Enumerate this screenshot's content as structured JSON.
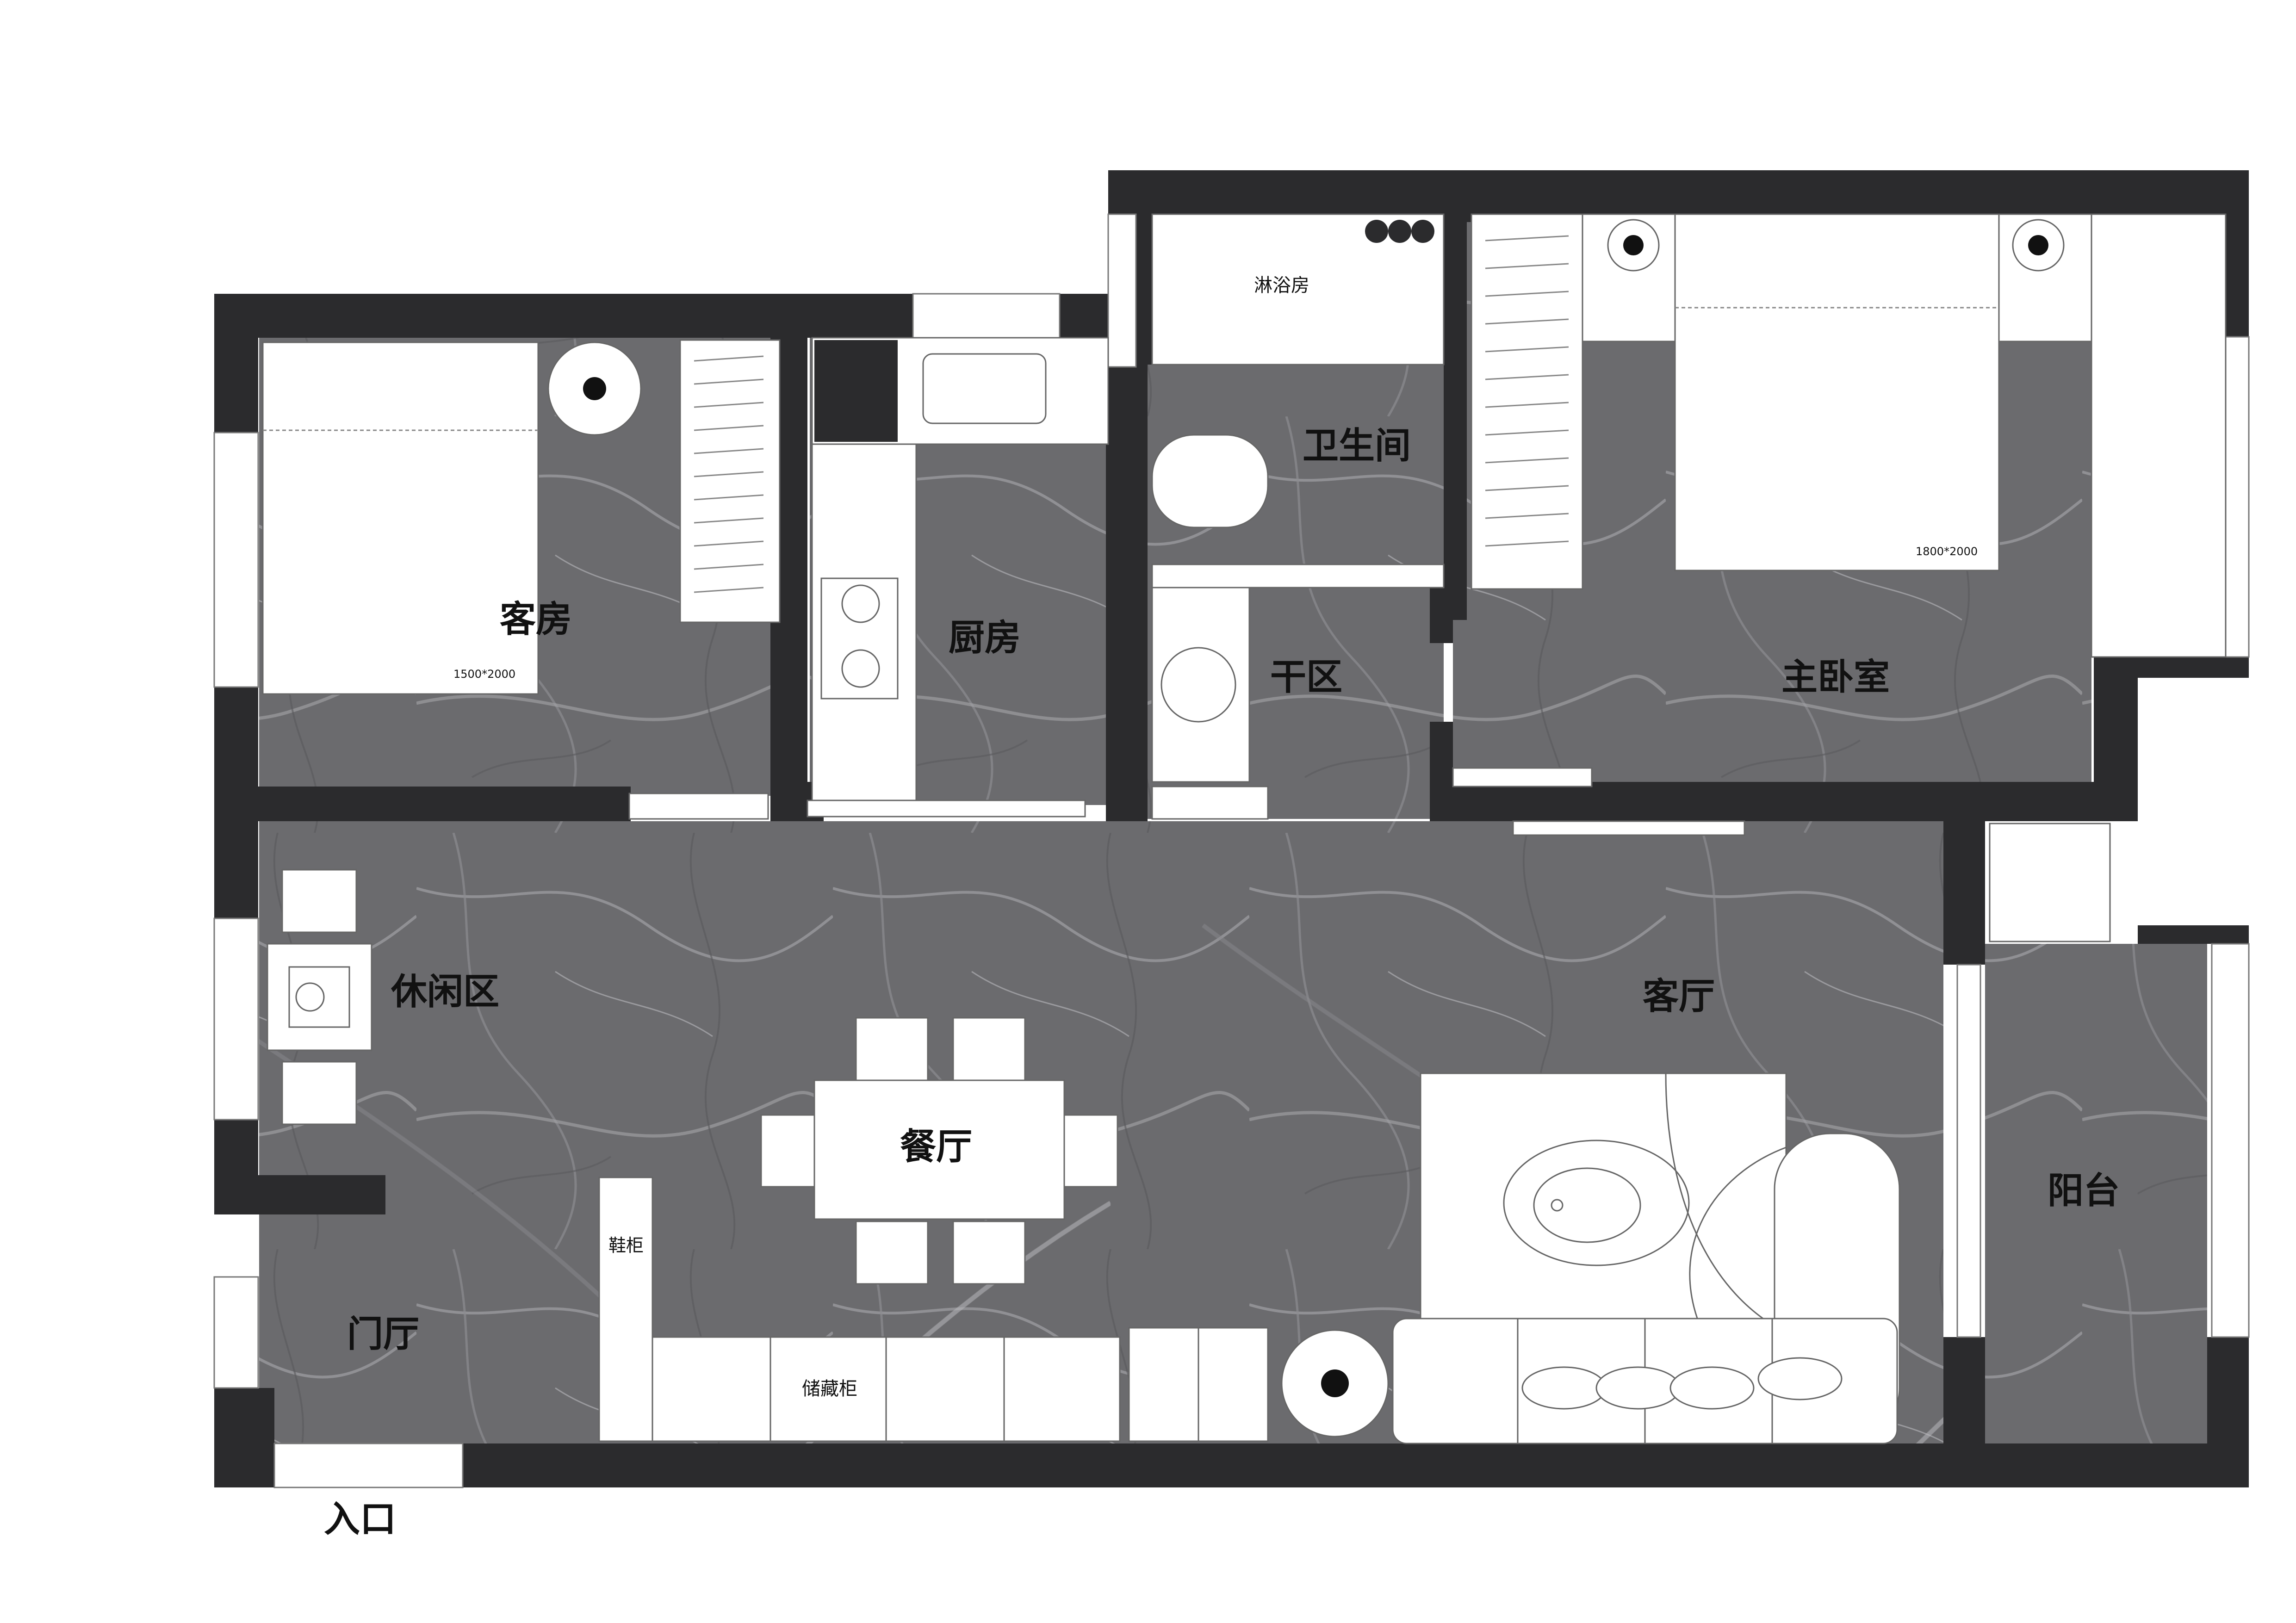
{
  "rooms": {
    "guest_room": "客房",
    "kitchen": "厨房",
    "shower": "淋浴房",
    "bathroom": "卫生间",
    "dry_area": "干区",
    "master_bedroom": "主卧室",
    "leisure_area": "休闲区",
    "living_room": "客厅",
    "dining_room": "餐厅",
    "balcony": "阳台",
    "foyer": "门厅",
    "entrance": "入口"
  },
  "furniture": {
    "guest_bed_size": "1500*2000",
    "master_bed_size": "1800*2000",
    "shoe_cabinet": "鞋柜",
    "storage_cabinet": "储藏柜"
  },
  "colors": {
    "wall": "#2b2b2d",
    "floor_marble": "#6b6b6e",
    "fixture": "#ffffff"
  }
}
